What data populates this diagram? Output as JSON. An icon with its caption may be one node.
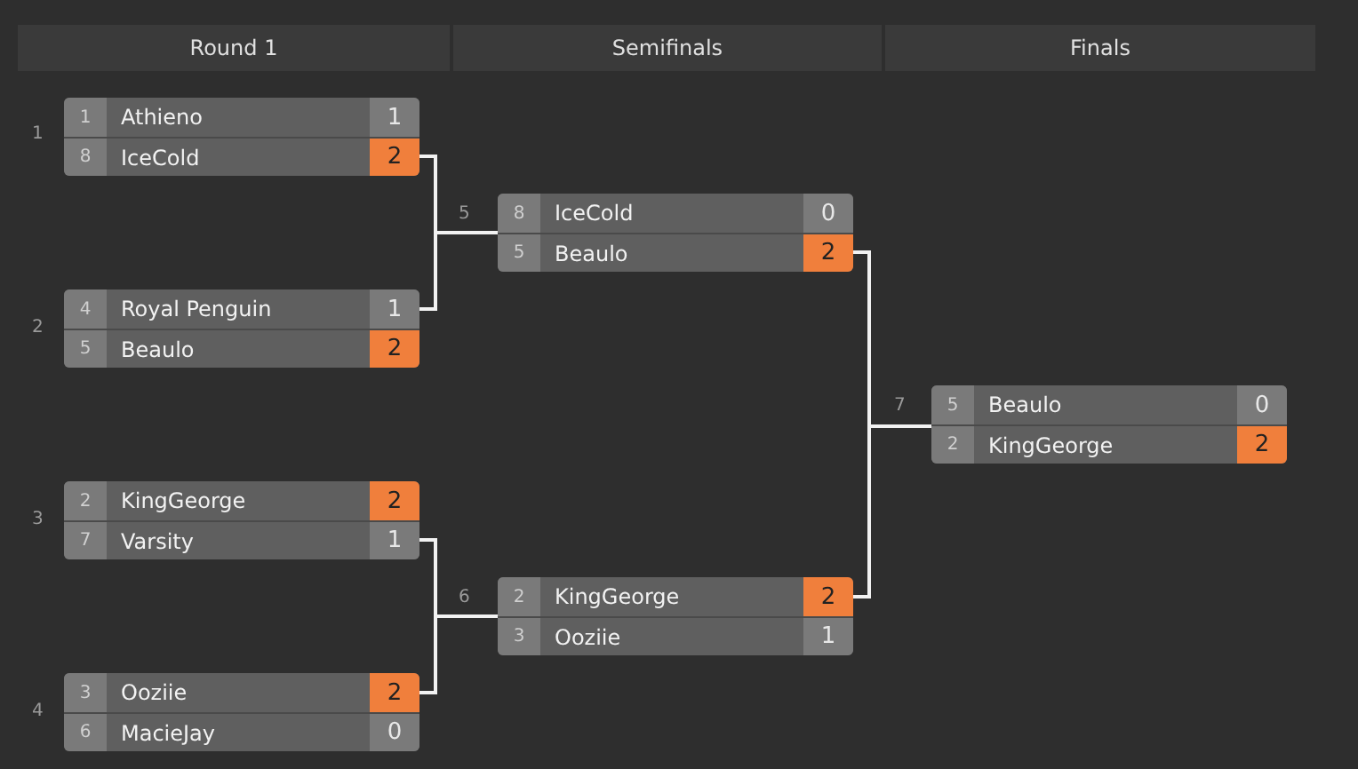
{
  "diagram": {
    "nodes": [
      {
        "text": [],
        "shape": "box",
        "beside": [
          "1"
        ]
      },
      {
        "text": [
          "1",
          "Athieno",
          "1"
        ],
        "in": 0
      },
      {
        "text": [
          "8",
          "IceCold",
          "2"
        ],
        "in": 0
      },
      {
        "text": [],
        "shape": "box",
        "beside": [
          "2"
        ]
      },
      {
        "text": [
          "4",
          "Royal Penguin",
          "1"
        ],
        "in": 3
      },
      {
        "text": [
          "5",
          "Beaulo",
          "2"
        ],
        "in": 3
      },
      {
        "text": [],
        "shape": "box",
        "beside": [
          "3"
        ]
      },
      {
        "text": [
          "2",
          "KingGeorge",
          "2"
        ],
        "in": 6
      },
      {
        "text": [
          "7",
          "Varsity",
          "1"
        ],
        "in": 6
      },
      {
        "text": [],
        "shape": "box",
        "beside": [
          "4"
        ]
      },
      {
        "text": [
          "3",
          "Ooziie",
          "2"
        ],
        "in": 9
      },
      {
        "text": [
          "6",
          "MacieJay",
          "0"
        ],
        "in": 9
      },
      {
        "text": [],
        "shape": "box",
        "beside": [
          "5"
        ]
      },
      {
        "text": [
          "8",
          "IceCold",
          "0"
        ],
        "in": 12
      },
      {
        "text": [
          "5",
          "Beaulo",
          "2"
        ],
        "in": 12
      },
      {
        "text": [],
        "shape": "box",
        "beside": [
          "6"
        ]
      },
      {
        "text": [
          "2",
          "KingGeorge",
          "2"
        ],
        "in": 15
      },
      {
        "text": [
          "3",
          "Ooziie",
          "1"
        ],
        "in": 15
      },
      {
        "text": [],
        "shape": "box",
        "beside": [
          "7"
        ]
      },
      {
        "text": [
          "5",
          "Beaulo",
          "0"
        ],
        "in": 18
      },
      {
        "text": [
          "2",
          "KingGeorge",
          "2"
        ],
        "in": 18
      }
    ],
    "edges": [
      {
        "from": 0,
        "to": 12,
        "arrow": "none"
      },
      {
        "from": 3,
        "to": 12,
        "arrow": "none"
      },
      {
        "from": 6,
        "to": 15,
        "arrow": "none"
      },
      {
        "from": 9,
        "to": 15,
        "arrow": "none"
      },
      {
        "from": 12,
        "to": 18,
        "arrow": "none"
      },
      {
        "from": 15,
        "to": 18,
        "arrow": "none"
      }
    ],
    "labels": [
      "Round 1",
      "Semifinals",
      "Finals"
    ]
  }
}
